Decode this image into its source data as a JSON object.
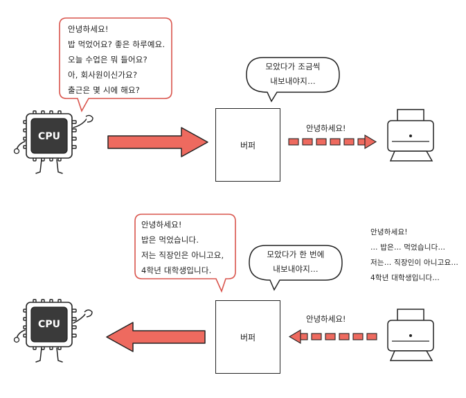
{
  "top": {
    "cpu_label": "CPU",
    "cpu_message": "안녕하세요!\n밥 먹었어요? 좋은 하루예요.\n오늘 수업은 뭐 들어요?\n아, 회사원이신가요?\n출근은 몇 시에 해요?",
    "buffer_thought": "모았다가 조금씩\n내보내야지…",
    "buffer_label": "버퍼",
    "arrow_label": "안녕하세요!"
  },
  "bottom": {
    "cpu_label": "CPU",
    "cpu_message": "안녕하세요!\n밥은 먹었습니다.\n저는 직장인은 아니고요,\n4학년 대학생입니다.",
    "buffer_thought": "모았다가 한 번에\n내보내야지…",
    "buffer_label": "버퍼",
    "arrow_label": "안녕하세요!",
    "printer_message": "안녕하세요!\n… 밥은… 먹었습니다…\n저는… 직장인이 아니고요…\n4학년 대학생입니다…"
  },
  "colors": {
    "arrow_fill": "#ee6a5f",
    "speech_bubble_border": "#d9534b",
    "outline": "#222222",
    "cpu_chip": "#3a3a3a"
  },
  "icons": [
    "cpu-chip-icon",
    "printer-icon",
    "speech-bubble-icon",
    "thought-bubble-icon",
    "arrow-icon"
  ]
}
